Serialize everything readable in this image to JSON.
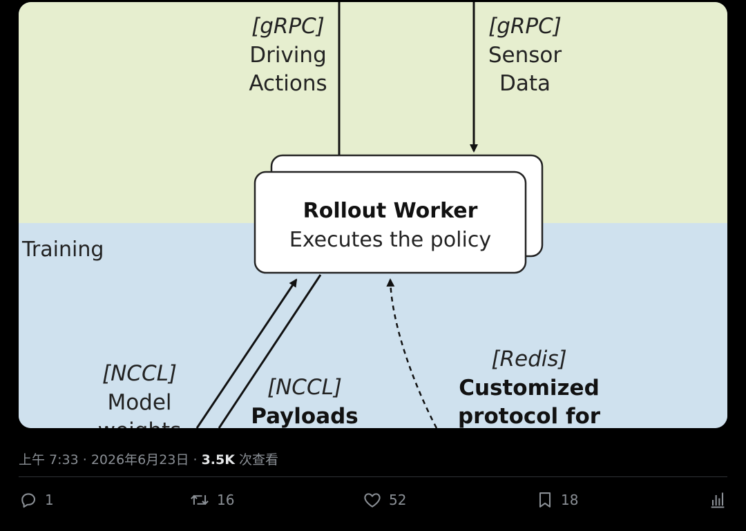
{
  "diagram": {
    "colors": {
      "top_band": "#e6eecf",
      "bottom_band": "#cfe1ee",
      "box_fill": "#ffffff",
      "stroke": "#111111"
    },
    "top_left_label": [
      "[gRPC]",
      "Driving",
      "Actions"
    ],
    "top_right_label": [
      "[gRPC]",
      "Sensor",
      "Data"
    ],
    "zone_label": "Training",
    "box_title": "Rollout Worker",
    "box_subtitle": "Executes the policy",
    "bottom_left_label": [
      "[NCCL]",
      "Model",
      "weights"
    ],
    "bottom_mid_label": [
      "[NCCL]",
      "Payloads"
    ],
    "bottom_right_label": [
      "[Redis]",
      "Customized",
      "protocol for"
    ]
  },
  "post": {
    "timestamp": "上午 7:33 · 2026年6月23日 · ",
    "views_count": "3.5K",
    "views_label": " 次查看"
  },
  "actions": {
    "reply_icon": "speech-bubble",
    "reply_count": "1",
    "repost_icon": "repost-arrows",
    "repost_count": "16",
    "like_icon": "heart",
    "like_count": "52",
    "bookmark_icon": "bookmark",
    "bookmark_count": "18",
    "analytics_icon": "bar-chart"
  }
}
